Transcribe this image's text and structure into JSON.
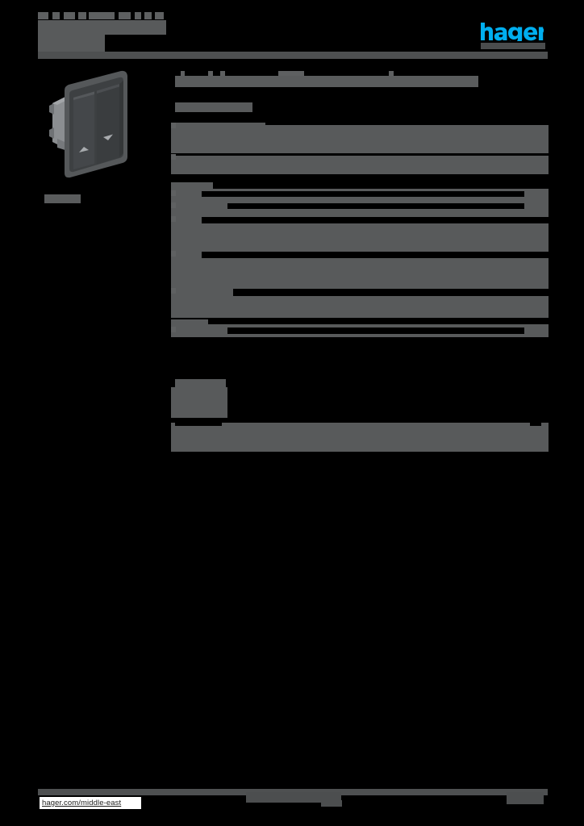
{
  "document": {
    "type": "product-datasheet",
    "brand": "hager",
    "page_background": "#000000",
    "redaction_color": "#585a5b",
    "note": "All body text on this page is obscured by solid grey redaction blocks; only the brand logo and footer URL are legible."
  },
  "header": {
    "title_redacted": "",
    "subtitle_redacted": "",
    "logo_text": "hager",
    "logo_color": "#00AEEF",
    "rule_color": "#4e5051"
  },
  "product_image": {
    "alt_name": "wall-mounted double rocker blind switch",
    "body_color": "#3f4244",
    "frame_color": "#55585a",
    "back_box_color": "#7d8083",
    "icons": [
      "up-arrow",
      "down-arrow"
    ],
    "reference_redacted": ""
  },
  "content": {
    "section_title_redacted": "",
    "section_subtitle_redacted": "",
    "blocks": [
      {
        "label_redacted": "",
        "value_redacted": ""
      },
      {
        "label_redacted": "",
        "value_redacted": ""
      },
      {
        "label_redacted": "",
        "value_redacted": ""
      },
      {
        "label_redacted": "",
        "value_redacted": ""
      },
      {
        "label_redacted": "",
        "value_redacted": ""
      },
      {
        "label_redacted": "",
        "value_redacted": ""
      },
      {
        "label_redacted": "",
        "value_redacted": ""
      },
      {
        "label_redacted": "",
        "value_redacted": ""
      },
      {
        "label_redacted": "",
        "value_redacted": ""
      },
      {
        "label_redacted": "",
        "value_redacted": ""
      }
    ],
    "lower_section_title_redacted": "",
    "lower_blocks": [
      {
        "label_redacted": "",
        "value_redacted": ""
      },
      {
        "label_redacted": "",
        "value_redacted": ""
      },
      {
        "label_redacted": "",
        "value_redacted": ""
      }
    ]
  },
  "footer": {
    "url": "hager.com/middle-east",
    "center_redacted": "",
    "right_redacted": "",
    "rule_color": "#4e5051"
  }
}
